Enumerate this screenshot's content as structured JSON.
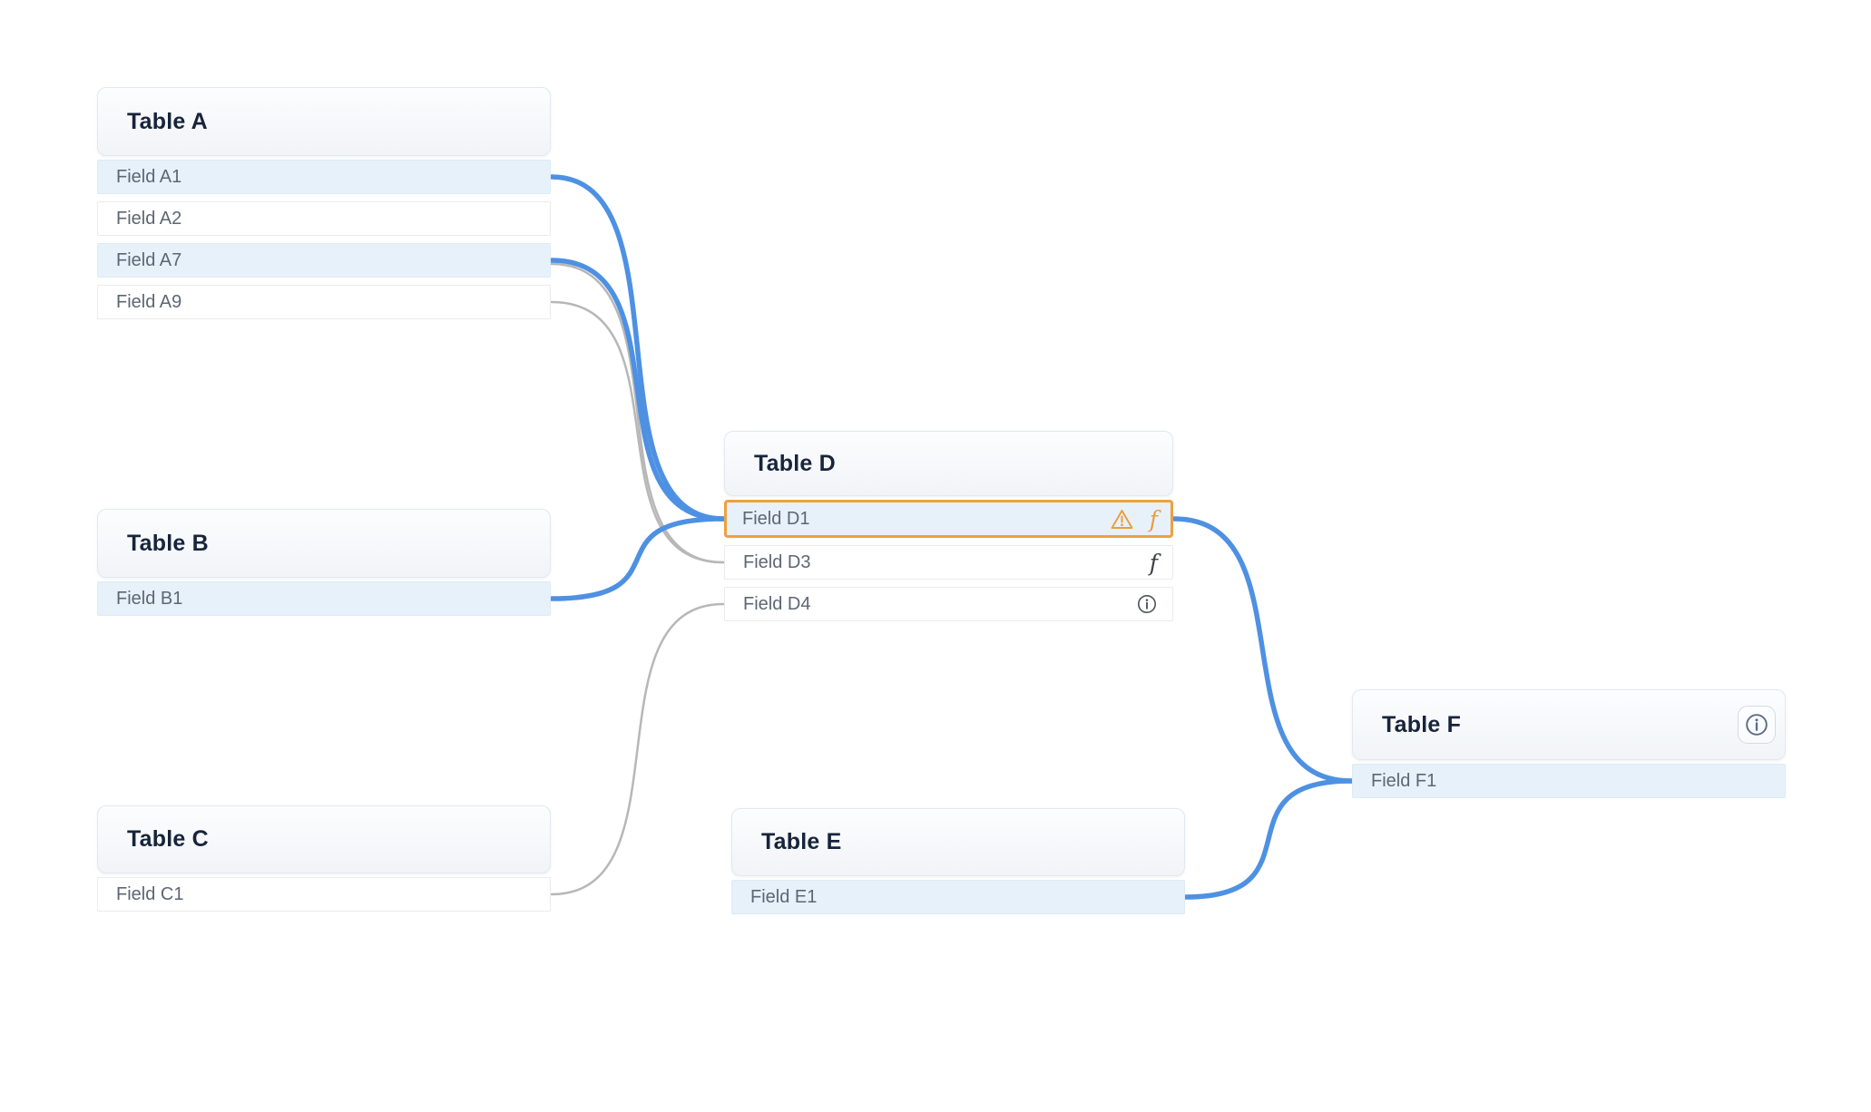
{
  "colors": {
    "edge_blue": "#4e91e3",
    "edge_gray": "#b7b7b7",
    "selection_orange": "#efa03e",
    "row_highlight_blue": "#e7f1fa",
    "header_text": "#17243a",
    "field_text": "#5d6673",
    "warning_orange": "#ec9c3c"
  },
  "tables": [
    {
      "title": "Table A",
      "fields": [
        {
          "label": "Field A1",
          "highlighted": true,
          "icons": []
        },
        {
          "label": "Field A2",
          "highlighted": false,
          "icons": []
        },
        {
          "label": "Field A7",
          "highlighted": true,
          "icons": []
        },
        {
          "label": "Field A9",
          "highlighted": false,
          "icons": []
        }
      ]
    },
    {
      "title": "Table B",
      "fields": [
        {
          "label": "Field B1",
          "highlighted": true,
          "icons": []
        }
      ]
    },
    {
      "title": "Table C",
      "fields": [
        {
          "label": "Field C1",
          "highlighted": false,
          "icons": []
        }
      ]
    },
    {
      "title": "Table D",
      "fields": [
        {
          "label": "Field D1",
          "highlighted": true,
          "selected": true,
          "icons": [
            "warning-icon",
            "function-icon"
          ]
        },
        {
          "label": "Field D3",
          "highlighted": false,
          "icons": [
            "function-icon"
          ]
        },
        {
          "label": "Field D4",
          "highlighted": false,
          "icons": [
            "info-icon"
          ]
        }
      ]
    },
    {
      "title": "Table E",
      "fields": [
        {
          "label": "Field E1",
          "highlighted": true,
          "icons": []
        }
      ]
    },
    {
      "title": "Table F",
      "header_icons": [
        "info-icon"
      ],
      "fields": [
        {
          "label": "Field F1",
          "highlighted": true,
          "icons": []
        }
      ]
    }
  ],
  "edges": [
    {
      "from": "TableA.FieldA7.gray",
      "to": "TableD.FieldD3",
      "style": "gray"
    },
    {
      "from": "TableA.FieldA9",
      "to": "TableD.FieldD3",
      "style": "gray"
    },
    {
      "from": "TableC.FieldC1",
      "to": "TableD.FieldD4",
      "style": "gray"
    },
    {
      "from": "TableA.FieldA1",
      "to": "TableD.FieldD1",
      "style": "blue"
    },
    {
      "from": "TableA.FieldA7",
      "to": "TableD.FieldD1",
      "style": "blue"
    },
    {
      "from": "TableB.FieldB1",
      "to": "TableD.FieldD1",
      "style": "blue"
    },
    {
      "from": "TableD.FieldD1.out",
      "to": "TableF.FieldF1",
      "style": "blue"
    },
    {
      "from": "TableE.FieldE1",
      "to": "TableF.FieldF1",
      "style": "blue"
    }
  ]
}
